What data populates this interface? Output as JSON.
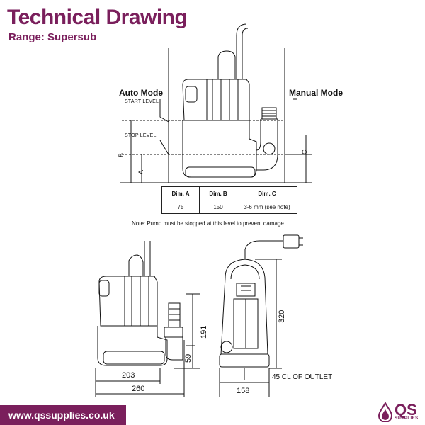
{
  "header": {
    "title": "Technical Drawing",
    "subtitle": "Range: Supersub"
  },
  "modes": {
    "auto": "Auto Mode",
    "manual": "Manual Mode",
    "start_level": "START LEVEL",
    "stop_level": "STOP LEVEL",
    "b_label": "B",
    "a_label": "A",
    "c_label": "C"
  },
  "dimension_table": {
    "headers": [
      "Dim. A",
      "Dim. B",
      "Dim. C"
    ],
    "values": [
      "75",
      "150",
      "3-6 mm (see note)"
    ]
  },
  "note": "Note: Pump must be stopped at this level to prevent damage.",
  "dimensions": {
    "width_203": "203",
    "width_260": "260",
    "height_191": "191",
    "height_59": "59",
    "width_158": "158",
    "height_320": "320",
    "outlet": "45  CL OF OUTLET"
  },
  "footer": {
    "url": "www.qssupplies.co.uk",
    "logo_text": "QS",
    "logo_sub": "SUPPLIES"
  },
  "colors": {
    "brand": "#7a1f5c"
  }
}
